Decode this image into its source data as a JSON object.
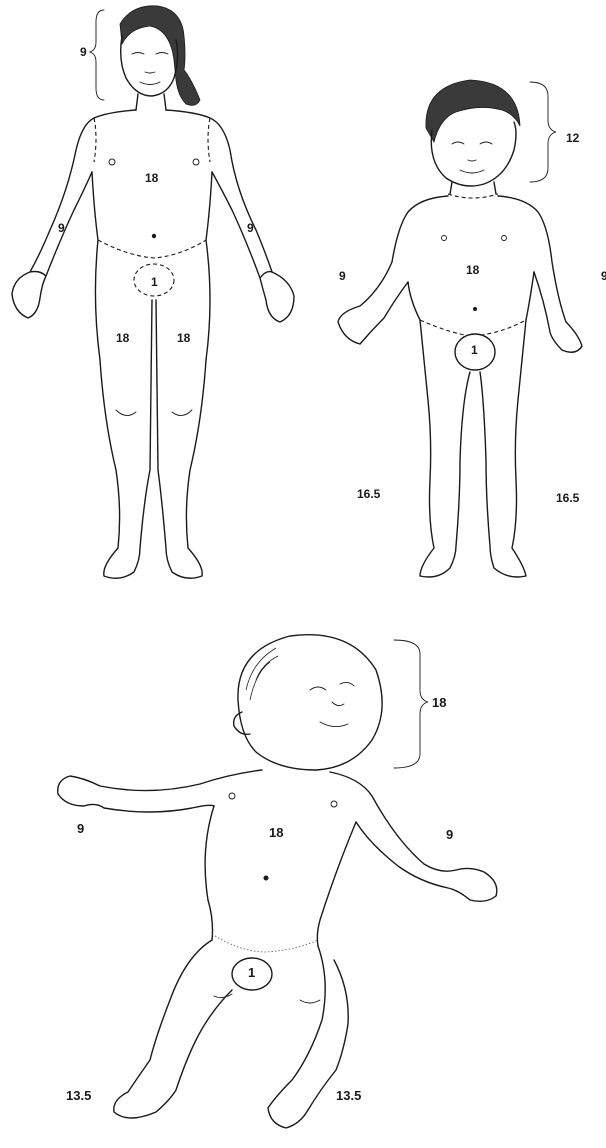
{
  "figures": [
    {
      "labels": {
        "head": "9",
        "trunk": "18",
        "genitals": "1",
        "right_arm": "9",
        "left_arm": "9",
        "right_leg": "18",
        "left_leg": "18"
      }
    },
    {
      "labels": {
        "head": "12",
        "trunk": "18",
        "genitals": "1",
        "right_arm": "9",
        "left_arm": "9",
        "right_leg": "16.5",
        "left_leg": "16.5"
      }
    },
    {
      "labels": {
        "head": "18",
        "trunk": "18",
        "genitals": "1",
        "right_arm": "9",
        "left_arm": "9",
        "right_leg": "13.5",
        "left_leg": "13.5"
      }
    }
  ]
}
